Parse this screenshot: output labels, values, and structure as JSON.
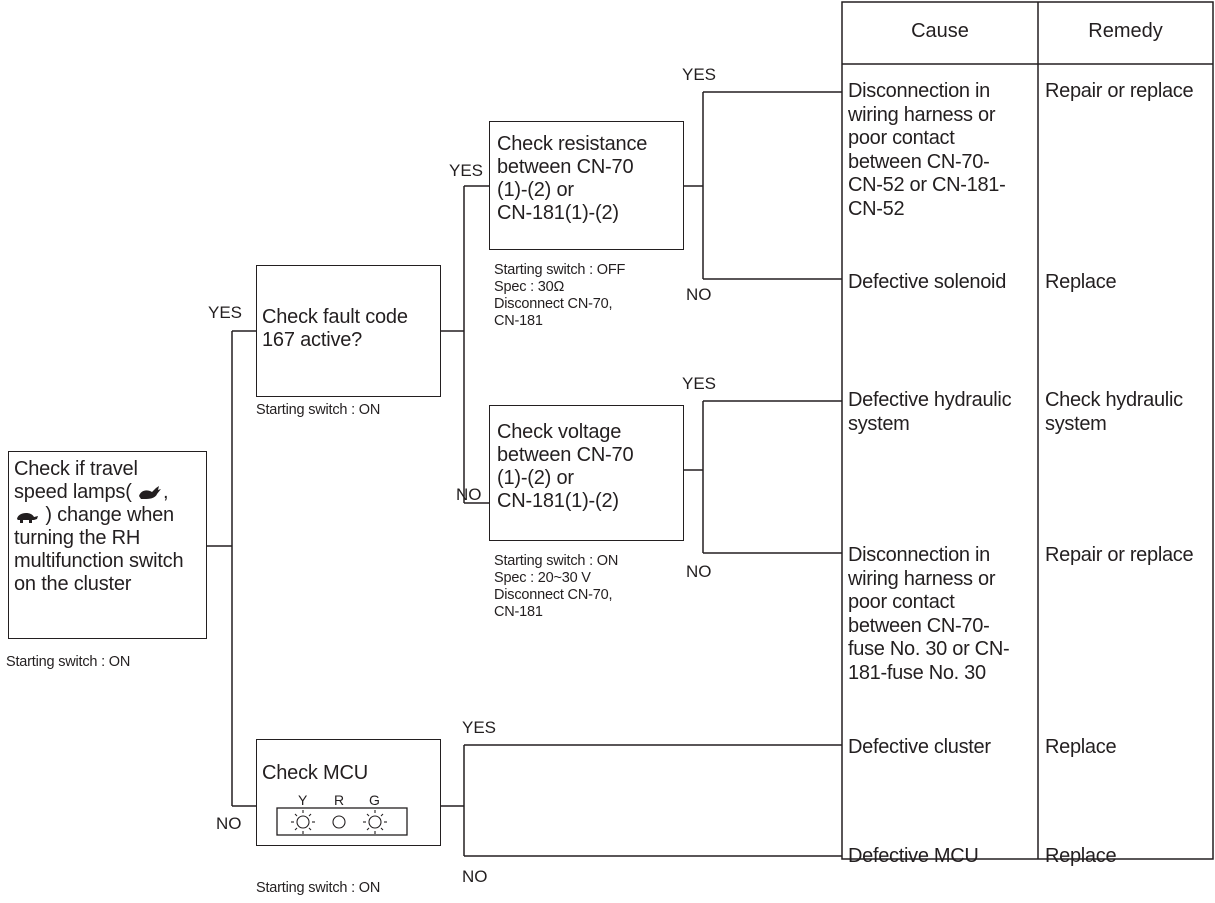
{
  "table": {
    "header": {
      "cause": "Cause",
      "remedy": "Remedy"
    },
    "rows": [
      {
        "cause": [
          "Disconnection in",
          "wiring harness or",
          "poor contact",
          "between CN-70-",
          "CN-52 or CN-181-",
          "CN-52"
        ],
        "remedy": [
          "Repair or replace"
        ]
      },
      {
        "cause": [
          "Defective solenoid"
        ],
        "remedy": [
          "Replace"
        ]
      },
      {
        "cause": [
          "Defective hydraulic",
          "system"
        ],
        "remedy": [
          "Check hydraulic",
          "system"
        ]
      },
      {
        "cause": [
          "Disconnection in",
          "wiring harness or",
          "poor contact",
          "between CN-70-",
          "fuse No. 30 or CN-",
          "181-fuse No. 30"
        ],
        "remedy": [
          "Repair or replace"
        ]
      },
      {
        "cause": [
          "Defective cluster"
        ],
        "remedy": [
          "Replace"
        ]
      },
      {
        "cause": [
          "Defective MCU"
        ],
        "remedy": [
          "Replace"
        ]
      }
    ]
  },
  "boxes": {
    "start": {
      "pre_icon": "Check if travel speed lamps(",
      "icon_rabbit": "rabbit-icon",
      "comma": ",",
      "icon_turtle": "turtle-icon",
      "line_a": ") change when",
      "line_b": "turning the RH",
      "line_c": "multifunction switch",
      "line_d": "on the cluster",
      "line_1": "Check if travel",
      "line_2a": "speed lamps(",
      "note": "Starting switch : ON"
    },
    "fault": {
      "lines": [
        "Check fault code",
        "167 active?"
      ],
      "note": "Starting switch : ON"
    },
    "resistance": {
      "lines": [
        "Check resistance",
        "between CN-70",
        "(1)-(2) or",
        "CN-181(1)-(2)"
      ],
      "notes": [
        "Starting switch : OFF",
        "Spec : 30Ω",
        "Disconnect CN-70,",
        "CN-181"
      ]
    },
    "voltage": {
      "lines": [
        "Check voltage",
        "between CN-70",
        "(1)-(2) or",
        "CN-181(1)-(2)"
      ],
      "notes": [
        "Starting switch : ON",
        "Spec : 20~30 V",
        "Disconnect CN-70,",
        "CN-181"
      ]
    },
    "mcu": {
      "title": "Check MCU",
      "leds": [
        "Y",
        "R",
        "G"
      ],
      "led_states": [
        "blinking",
        "off",
        "blinking"
      ],
      "note": "Starting switch : ON"
    }
  },
  "labels": {
    "yes": "YES",
    "no": "NO"
  }
}
